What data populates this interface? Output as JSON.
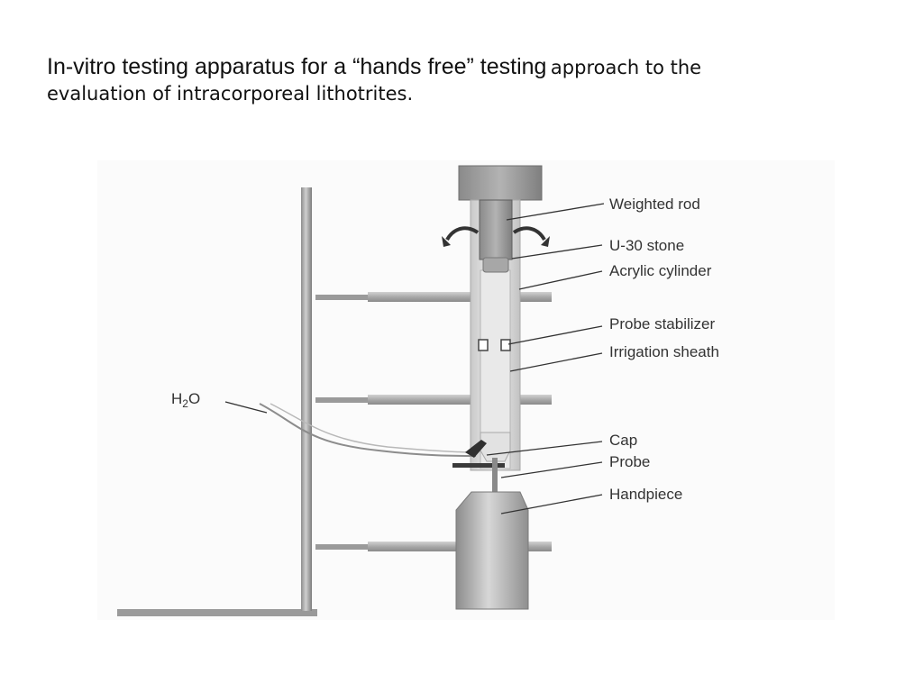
{
  "slide": {
    "title_part1": "In-vitro testing apparatus for a “hands free” testing",
    "title_part2": "approach to the",
    "title_part3": "evaluation of intracorporeal lithotrites."
  },
  "diagram": {
    "labels": {
      "weighted_rod": "Weighted rod",
      "u30_stone": "U-30 stone",
      "acrylic_cylinder": "Acrylic cylinder",
      "probe_stabilizer": "Probe stabilizer",
      "irrigation_sheath": "Irrigation sheath",
      "cap": "Cap",
      "probe": "Probe",
      "handpiece": "Handpiece",
      "water_base": "H",
      "water_sub": "2",
      "water_tail": "O"
    }
  }
}
